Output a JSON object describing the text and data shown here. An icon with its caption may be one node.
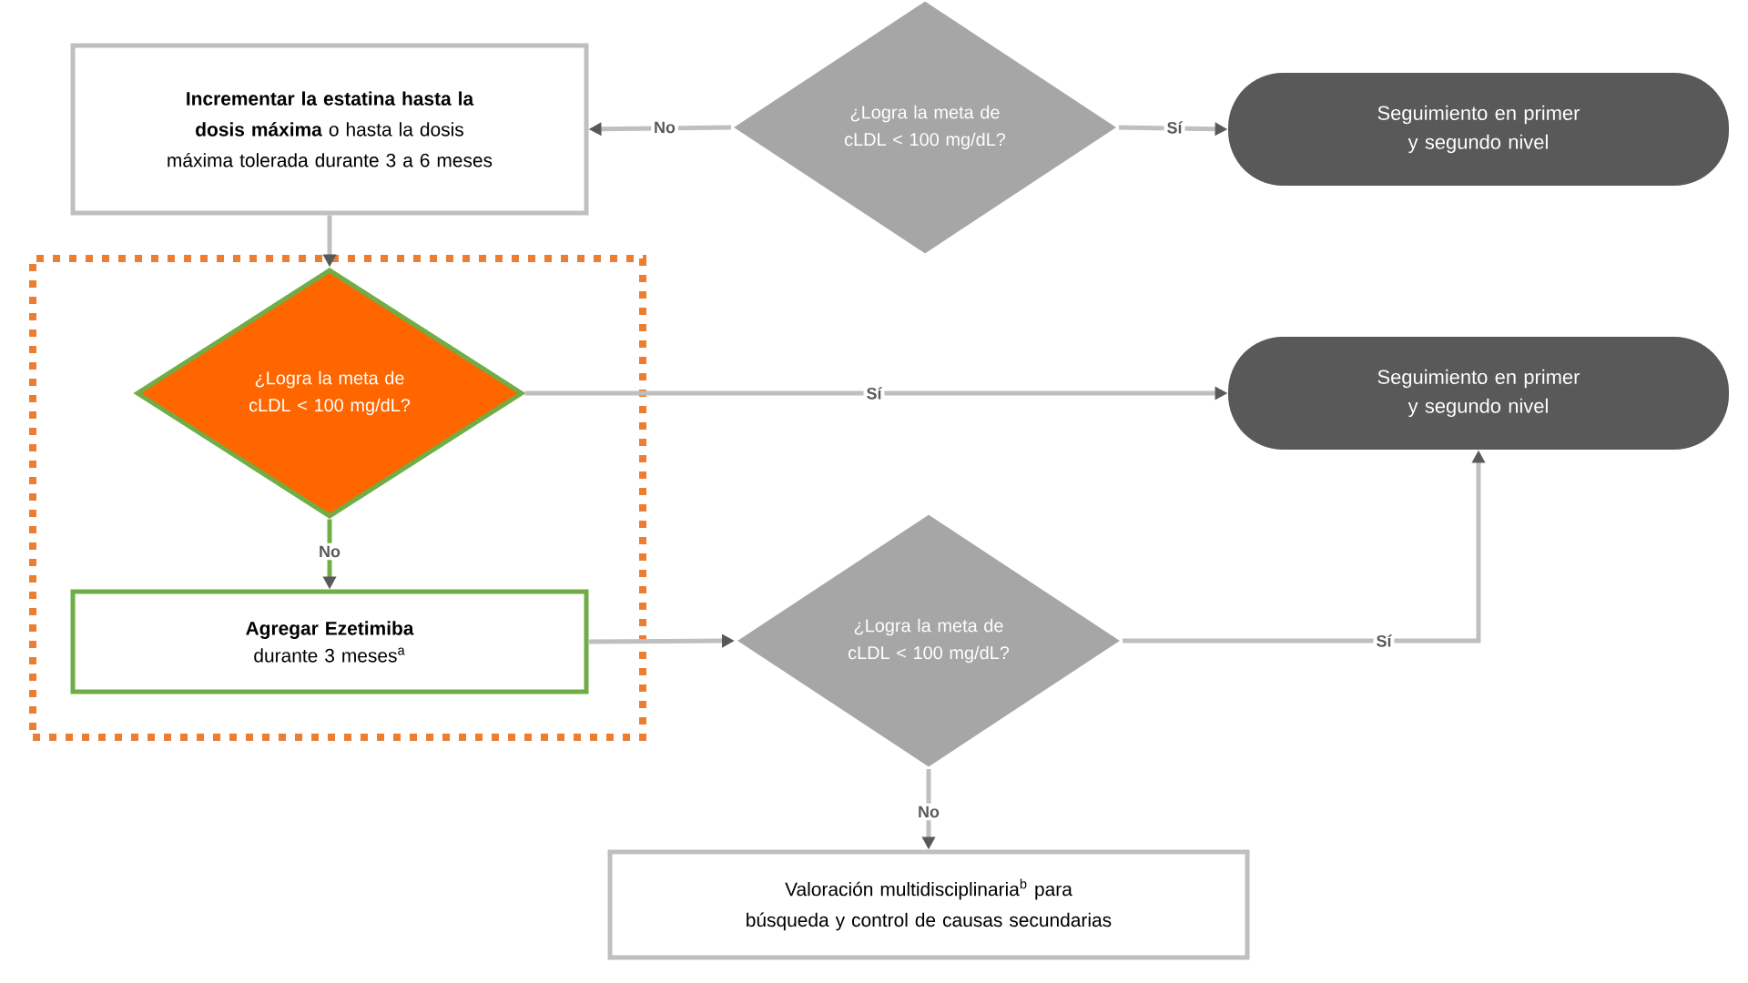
{
  "diagram": {
    "nodes": [
      {
        "text": [
          "**Incrementar la estatina hasta la dosis máxima** o hasta la dosis máxima tolerada durante 3 a 6 meses"
        ]
      },
      {
        "text": [
          "¿Logra la meta de cLDL < 100 mg/dL?"
        ]
      },
      {
        "text": [
          "Seguimiento en primer y segundo nivel"
        ]
      },
      {
        "text": [],
        "shape": "box"
      },
      {
        "text": [
          "¿Logra la meta de cLDL < 100 mg/dL?"
        ],
        "in": 3
      },
      {
        "text": [
          "Seguimiento en primer y segundo nivel"
        ]
      },
      {
        "text": [
          "Agregar Ezetimiba",
          "durante 3 meses$^{a}$"
        ],
        "in": 3
      },
      {
        "text": [
          "¿Logra la meta de cLDL < 100 mg/dL?"
        ]
      },
      {
        "text": [
          "Valoración multidisciplinaria$^{b}$ para búsqueda y control de causas secundarias"
        ]
      }
    ],
    "edges": [
      {
        "from": 1,
        "to": 0,
        "arrow": "to",
        "label": "No"
      },
      {
        "from": 1,
        "to": 2,
        "arrow": "to",
        "label": "Sí"
      },
      {
        "from": 0,
        "to": 4,
        "arrow": "to"
      },
      {
        "from": 4,
        "to": 5,
        "arrow": "to",
        "label": "Sí"
      },
      {
        "from": 4,
        "to": 6,
        "arrow": "to",
        "label": "No",
        "color": "#70ad47"
      },
      {
        "from": 6,
        "to": 7,
        "arrow": "to"
      },
      {
        "from": 7,
        "to": 5,
        "arrow": "to",
        "label": "Sí"
      },
      {
        "from": 7,
        "to": 8,
        "arrow": "to",
        "label": "No"
      }
    ]
  }
}
